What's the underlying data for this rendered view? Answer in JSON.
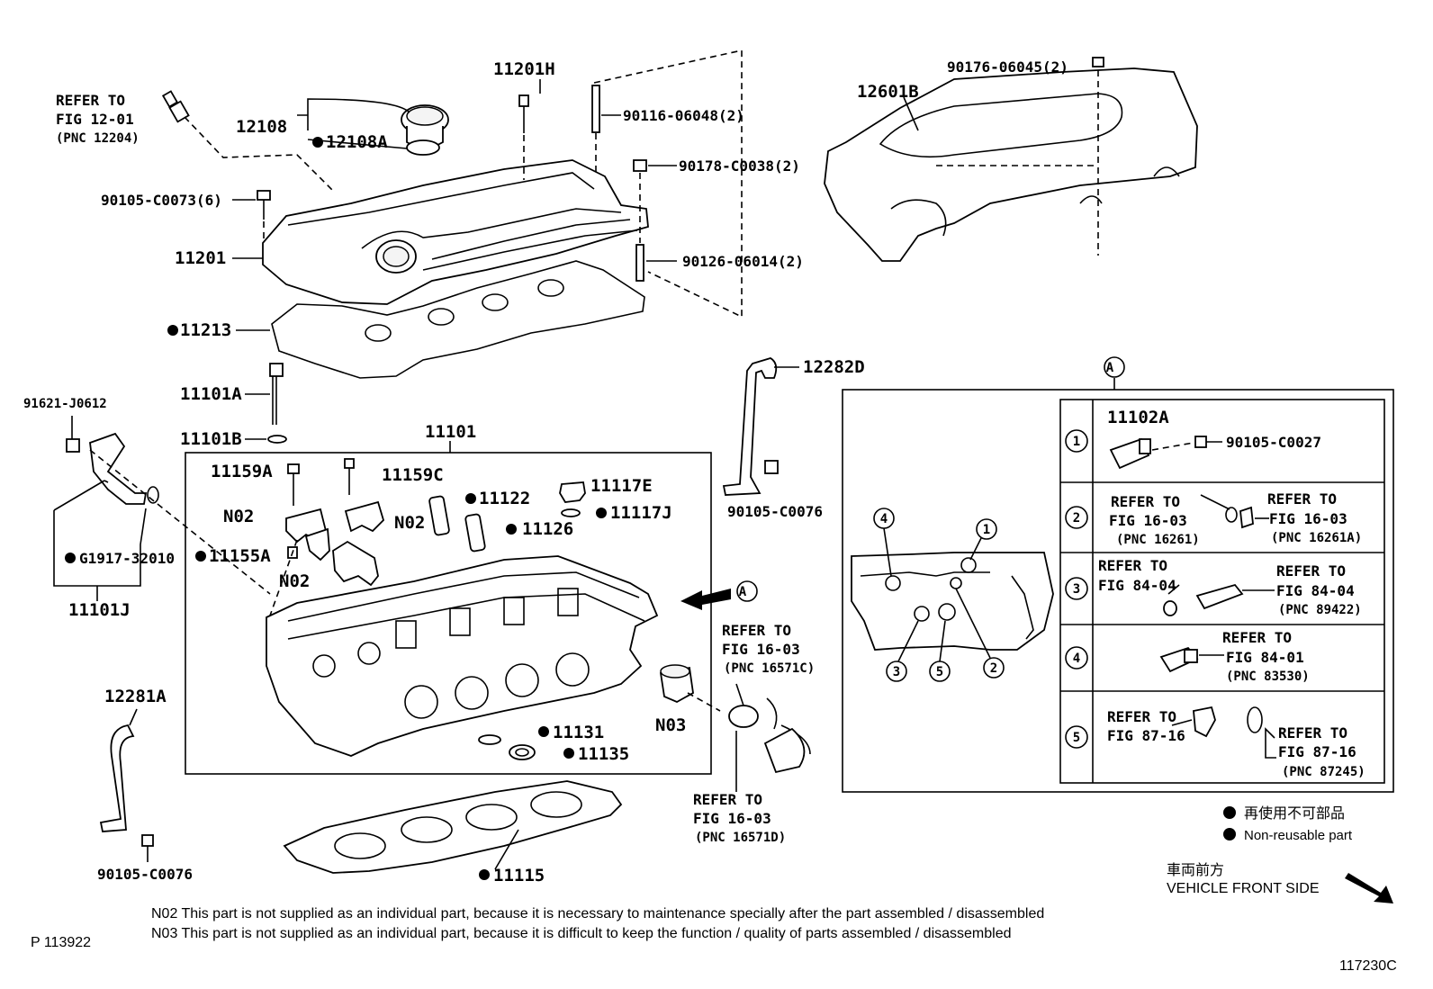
{
  "labels": {
    "refer_1201_a": "REFER TO",
    "refer_1201_b": "FIG 12-01",
    "refer_1201_c": "(PNC 12204)",
    "p12108": "12108",
    "p12108A": "12108A",
    "p11201H": "11201H",
    "p90116": "90116-06048(2)",
    "p90178": "90178-C0038(2)",
    "p90126": "90126-06014(2)",
    "p90105_c0073": "90105-C0073(6)",
    "p11201": "11201",
    "p11213": "11213",
    "p90176": "90176-06045(2)",
    "p12601B": "12601B",
    "p11101A": "11101A",
    "p11101B": "11101B",
    "p11101": "11101",
    "p91621": "91621-J0612",
    "pG1917": "G1917-32010",
    "p11101J": "11101J",
    "p11159A": "11159A",
    "p11159C": "11159C",
    "p11122": "11122",
    "p11117E": "11117E",
    "p11117J": "11117J",
    "p11126": "11126",
    "p11155A": "11155A",
    "n02_a": "N02",
    "n02_b": "N02",
    "n02_c": "N02",
    "n03": "N03",
    "p11131": "11131",
    "p11135": "11135",
    "p12282D": "12282D",
    "p90105_c0076_a": "90105-C0076",
    "refer_16571c_a": "REFER TO",
    "refer_16571c_b": "FIG 16-03",
    "refer_16571c_c": "(PNC 16571C)",
    "refer_16571d_a": "REFER TO",
    "refer_16571d_b": "FIG 16-03",
    "refer_16571d_c": "(PNC 16571D)",
    "p12281A": "12281A",
    "p90105_c0076_b": "90105-C0076",
    "p11115": "11115",
    "callout_a": "A",
    "callout_a2": "A"
  },
  "detail_table": {
    "rows": [
      {
        "num": "1",
        "part": "11102A",
        "bolt": "90105-C0027"
      },
      {
        "num": "2",
        "left_a": "REFER TO",
        "left_b": "FIG 16-03",
        "left_c": "(PNC 16261)",
        "right_a": "REFER TO",
        "right_b": "FIG 16-03",
        "right_c": "(PNC 16261A)"
      },
      {
        "num": "3",
        "left_a": "REFER TO",
        "left_b": "FIG 84-04",
        "right_a": "REFER TO",
        "right_b": "FIG 84-04",
        "right_c": "(PNC 89422)"
      },
      {
        "num": "4",
        "right_a": "REFER TO",
        "right_b": "FIG 84-01",
        "right_c": "(PNC 83530)"
      },
      {
        "num": "5",
        "left_a": "REFER TO",
        "left_b": "FIG 87-16",
        "right_a": "REFER TO",
        "right_b": "FIG 87-16",
        "right_c": "(PNC 87245)"
      }
    ],
    "engine_markers": [
      "4",
      "1",
      "3",
      "5",
      "2"
    ]
  },
  "legend": {
    "jp": "再使用不可部品",
    "en": "Non-reusable part"
  },
  "front": {
    "jp": "車両前方",
    "en": "VEHICLE FRONT SIDE"
  },
  "notes": {
    "n02": "N02 This part is not supplied as an individual part, because it is necessary to maintenance specially after the part assembled / disassembled",
    "n03": "N03 This part is not supplied as an individual part, because it is difficult to keep the function / quality of parts  assembled / disassembled"
  },
  "footer": {
    "page_ref": "P 113922",
    "fig_id": "117230C"
  }
}
